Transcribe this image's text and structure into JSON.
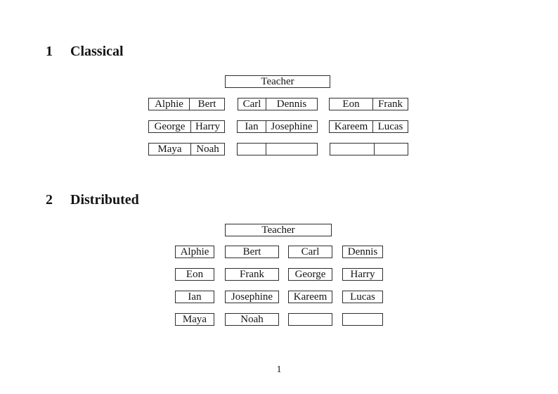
{
  "page": {
    "number": "1",
    "colors": {
      "background": "#ffffff",
      "border": "#2e2e2e",
      "text": "#141414"
    }
  },
  "sections": [
    {
      "number": "1",
      "title": "Classical"
    },
    {
      "number": "2",
      "title": "Distributed"
    }
  ],
  "classical": {
    "teacher": "Teacher",
    "rows": [
      [
        [
          "Alphie",
          "Bert"
        ],
        [
          "Carl",
          "Dennis"
        ],
        [
          "Eon",
          "Frank"
        ]
      ],
      [
        [
          "George",
          "Harry"
        ],
        [
          "Ian",
          "Josephine"
        ],
        [
          "Kareem",
          "Lucas"
        ]
      ],
      [
        [
          "Maya",
          "Noah"
        ],
        [
          "",
          ""
        ],
        [
          "",
          ""
        ]
      ]
    ]
  },
  "distributed": {
    "teacher": "Teacher",
    "rows": [
      [
        "Alphie",
        "Bert",
        "Carl",
        "Dennis"
      ],
      [
        "Eon",
        "Frank",
        "George",
        "Harry"
      ],
      [
        "Ian",
        "Josephine",
        "Kareem",
        "Lucas"
      ],
      [
        "Maya",
        "Noah",
        "",
        ""
      ]
    ]
  }
}
